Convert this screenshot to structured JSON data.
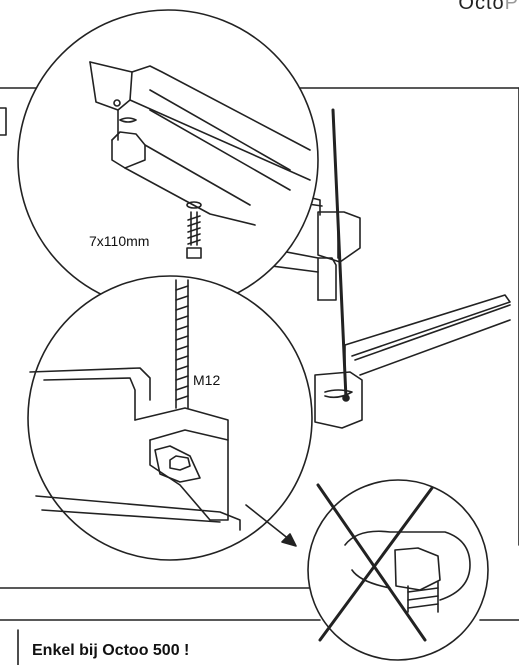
{
  "header": {
    "brand_a": "Octo",
    "brand_b": "P"
  },
  "labels": {
    "screw": "7x110mm",
    "rod": "M12"
  },
  "footer": {
    "note": "Enkel bij Octoo 500 !"
  },
  "colors": {
    "line": "#222222",
    "background": "#ffffff",
    "brand_accent": "#9a9a9a"
  },
  "icons": {
    "crossed_out": "x-mark-icon"
  }
}
